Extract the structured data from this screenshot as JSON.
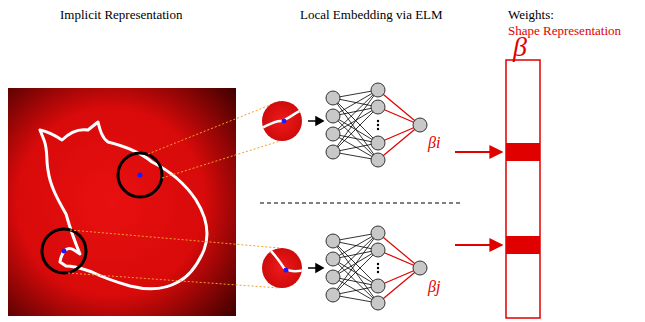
{
  "diagram": {
    "labels": [
      "Implicit Representation",
      "Local Embedding via ELM",
      "Weights:",
      "Shape Representation",
      "β",
      "βi",
      "βj"
    ]
  }
}
